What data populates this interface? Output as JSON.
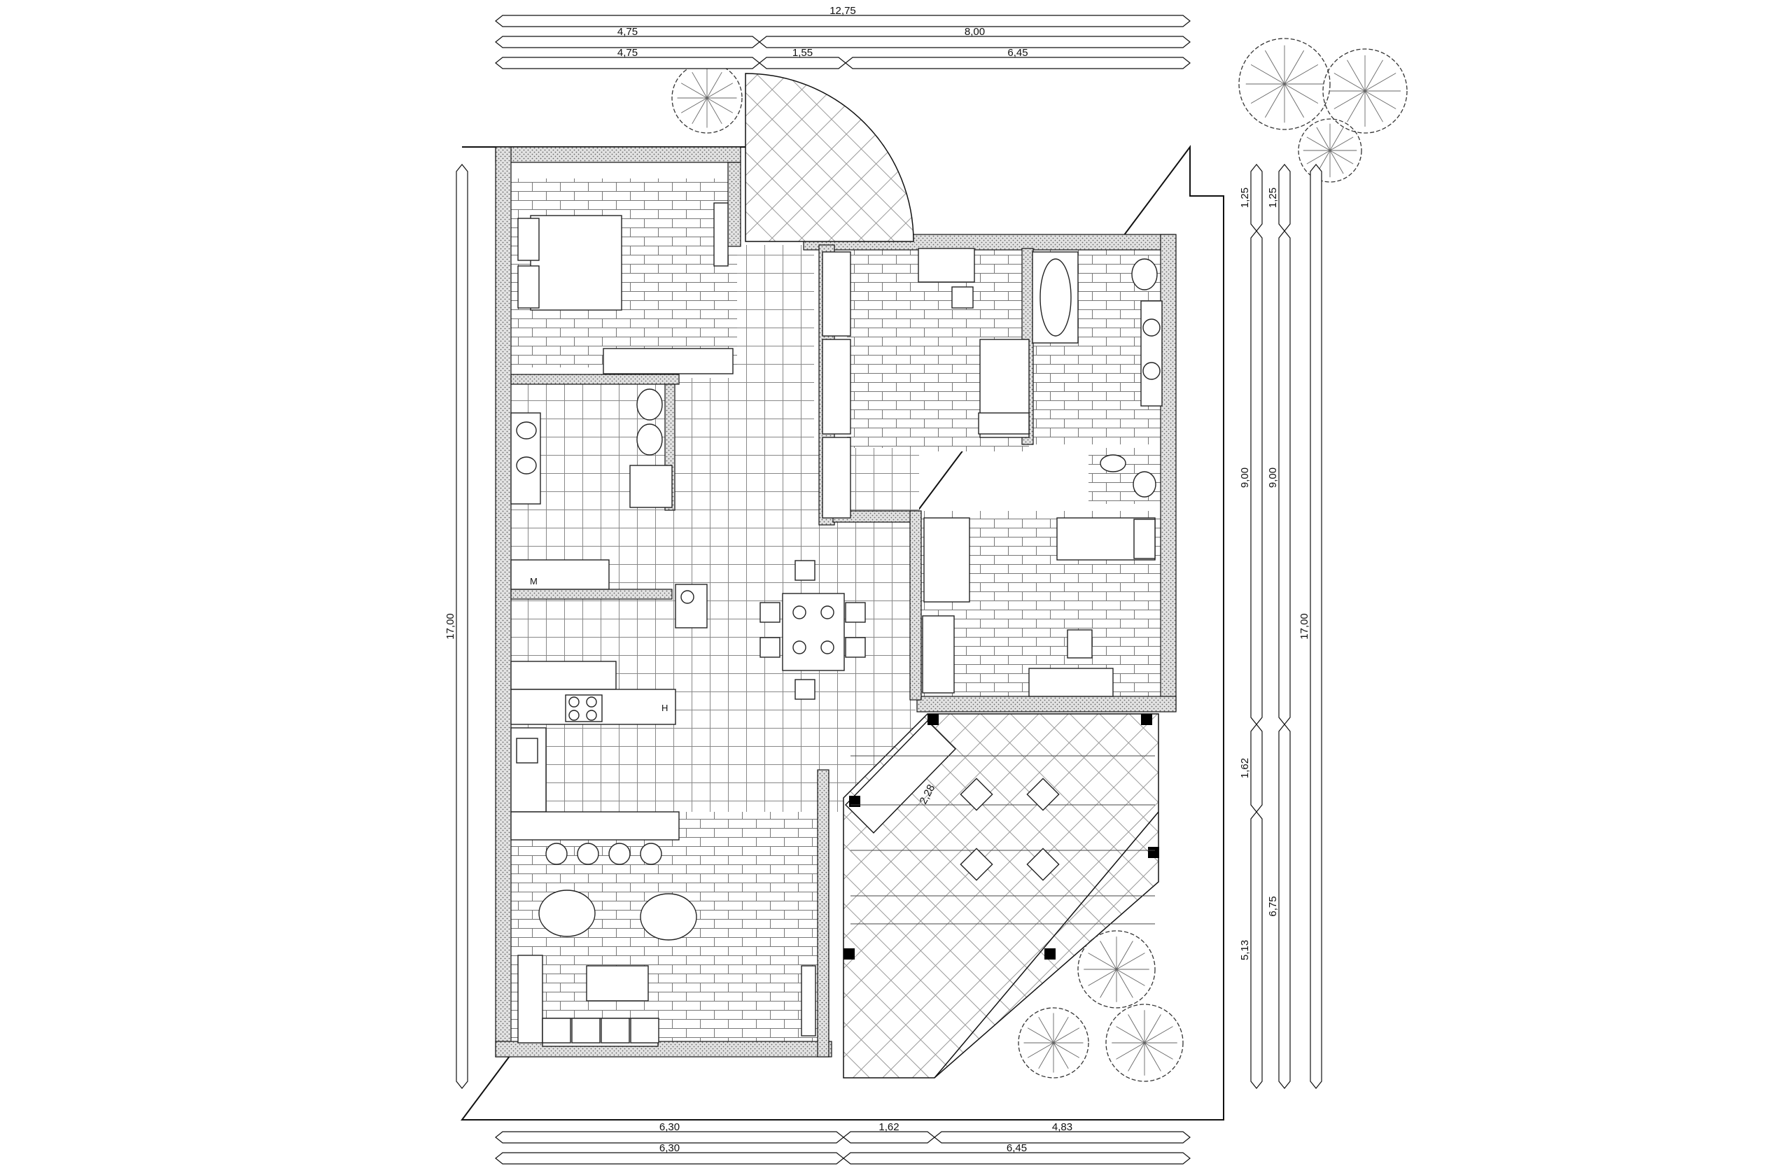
{
  "dimensions": {
    "top": {
      "row1": [
        "12,75"
      ],
      "row2": [
        "4,75",
        "8,00"
      ],
      "row3": [
        "4,75",
        "1,55",
        "6,45"
      ]
    },
    "bottom": {
      "row1": [
        "6,30",
        "1,62",
        "4,83"
      ],
      "row2": [
        "6,30",
        "6,45"
      ]
    },
    "left": [
      "17,00"
    ],
    "right": {
      "col1": [
        "1,25",
        "9,00",
        "1,62",
        "5,13"
      ],
      "col2": [
        "1,25",
        "9,00",
        "6,75"
      ],
      "col3": [
        "17,00"
      ]
    },
    "pergola": "2,28"
  },
  "appliance_labels": {
    "microwave": "M",
    "hood": "H"
  }
}
